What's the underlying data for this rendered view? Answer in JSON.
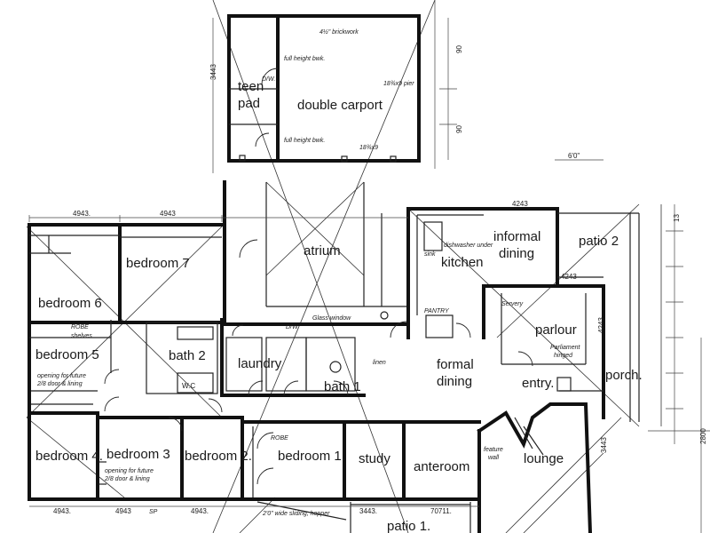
{
  "rooms": {
    "teen_pad": [
      "teen",
      "pad"
    ],
    "double_carport": "double carport",
    "atrium": "atrium",
    "bedroom_7": "bedroom 7",
    "bedroom_6": "bedroom 6",
    "bedroom_5": "bedroom 5",
    "bedroom_4": "bedroom 4.",
    "bedroom_3": "bedroom 3",
    "bedroom_2": "bedroom 2.",
    "bedroom_1": "bedroom 1.",
    "bath_2": "bath 2",
    "bath_1": "bath 1",
    "laundry": "laundry",
    "wc": "W.C",
    "kitchen": "kitchen",
    "informal_dining": [
      "informal",
      "dining"
    ],
    "patio_2": "patio 2",
    "parlour": "parlour",
    "formal_dining": [
      "formal",
      "dining"
    ],
    "entry": "entry.",
    "porch": "porch.",
    "lounge": "lounge",
    "study": "study",
    "anteroom": "anteroom",
    "patio_1": "patio 1."
  },
  "dimensions": {
    "d4943_top_left": "4943.",
    "d4943_top_mid": "4943",
    "d4243_kitchen": "4243",
    "d4243_patio": "4243",
    "d4943_bot_left": "4943.",
    "d4943_bot_mid": "4943",
    "d4943_bot_right": "4943.",
    "d3443_bot": "3443.",
    "d70711": "70711.",
    "d3443_carport": "3443",
    "d6011": "6'0\"",
    "d2800": "2800",
    "d13": "13",
    "d90a": "90",
    "d90b": "90",
    "d3443_right": "3443",
    "d4243_right": "4243"
  },
  "notes": {
    "brickwork": "4½\" brickwork",
    "full_height_top": "full height bwk.",
    "full_height_bottom": "full height bwk.",
    "dw_top": "D/W.",
    "pier": "18¾x9 pier",
    "beam": "18¾x9",
    "dishwasher": "dishwasher under",
    "sink": "sink",
    "pantry": "PANTRY",
    "robe_shelves": [
      "ROBE",
      "shelves"
    ],
    "robe": "ROBE",
    "opening_b5": [
      "opening for future",
      "2/8 door & lining"
    ],
    "opening_b3": [
      "opening for future",
      "2/8 door & lining"
    ],
    "sliding_doors": "2'0\" wide sliding, hopper",
    "servery": "Servery",
    "parliament_hinged": [
      "Parliament",
      "hinged"
    ],
    "dw": "D/W.",
    "glass": "Glass window",
    "feature_wall": [
      "feature",
      "wall"
    ],
    "linen": "linen",
    "sp": "SP"
  },
  "colors": {
    "ink": "#111111",
    "paper": "#ffffff"
  }
}
